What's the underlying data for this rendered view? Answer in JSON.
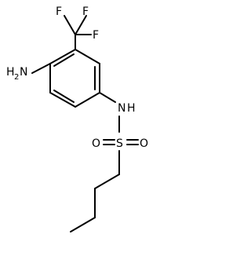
{
  "molecule": {
    "atoms": {
      "f1": "F",
      "f2": "F",
      "f3": "F",
      "nh2_main": "H",
      "nh2_sub": "2",
      "nh2_n": "N",
      "nh_n": "N",
      "nh_h": "H",
      "s": "S",
      "o1": "O",
      "o2": "O"
    }
  }
}
